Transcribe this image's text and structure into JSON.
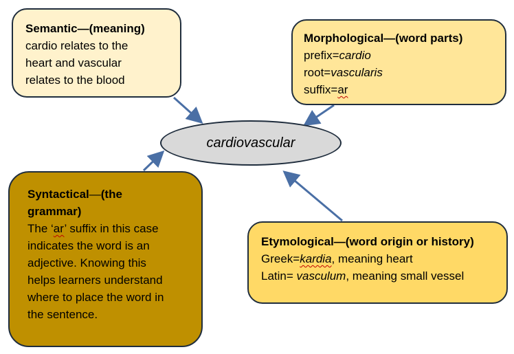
{
  "center": {
    "label": "cardiovascular"
  },
  "semantic": {
    "title": "Semantic—(meaning)",
    "lines": [
      "cardio relates to the",
      "heart and vascular",
      "relates to the blood"
    ]
  },
  "morphological": {
    "title": "Morphological—(word parts)",
    "prefix_label": "prefix=",
    "prefix_value": "cardio",
    "root_label": "root=",
    "root_value": "vascularis",
    "suffix_label": "suffix=",
    "suffix_value": "ar"
  },
  "syntactical": {
    "title_part1": "Syntactical",
    "title_dash": "—",
    "title_part2": "(the",
    "title_line2": "grammar)",
    "line1_pre": "The  ‘",
    "line1_term": "ar",
    "line1_post": "’ suffix in this case",
    "lines": [
      "indicates the word is an",
      "adjective. Knowing this",
      "helps learners understand",
      "where to place the word in",
      "the sentence."
    ]
  },
  "etymological": {
    "title": "Etymological—(word origin or history)",
    "greek_label": "Greek=",
    "greek_term": "kardia",
    "greek_meaning": ", meaning heart",
    "latin_label": "Latin= ",
    "latin_term": "vasculum",
    "latin_meaning": ", meaning small vessel"
  },
  "colors": {
    "semantic_fill": "#fff2cc",
    "morphological_fill": "#ffe699",
    "syntactical_fill": "#bf9000",
    "etymological_fill": "#ffd966",
    "center_fill": "#d9d9d9",
    "arrow": "#4a6fa5"
  }
}
